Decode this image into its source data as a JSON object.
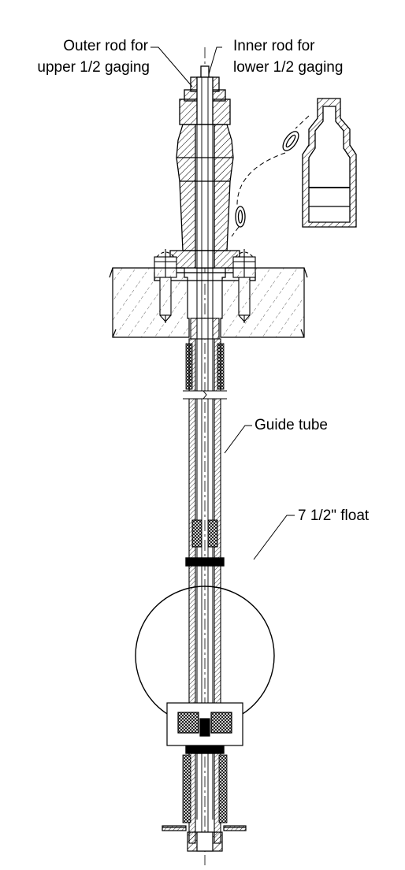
{
  "labels": {
    "outer_rod_line1": "Outer rod for",
    "outer_rod_line2": "upper 1/2 gaging",
    "inner_rod_line1": "Inner rod for",
    "inner_rod_line2": "lower 1/2 gaging",
    "guide_tube": "Guide tube",
    "float": "7 1/2\" float"
  }
}
